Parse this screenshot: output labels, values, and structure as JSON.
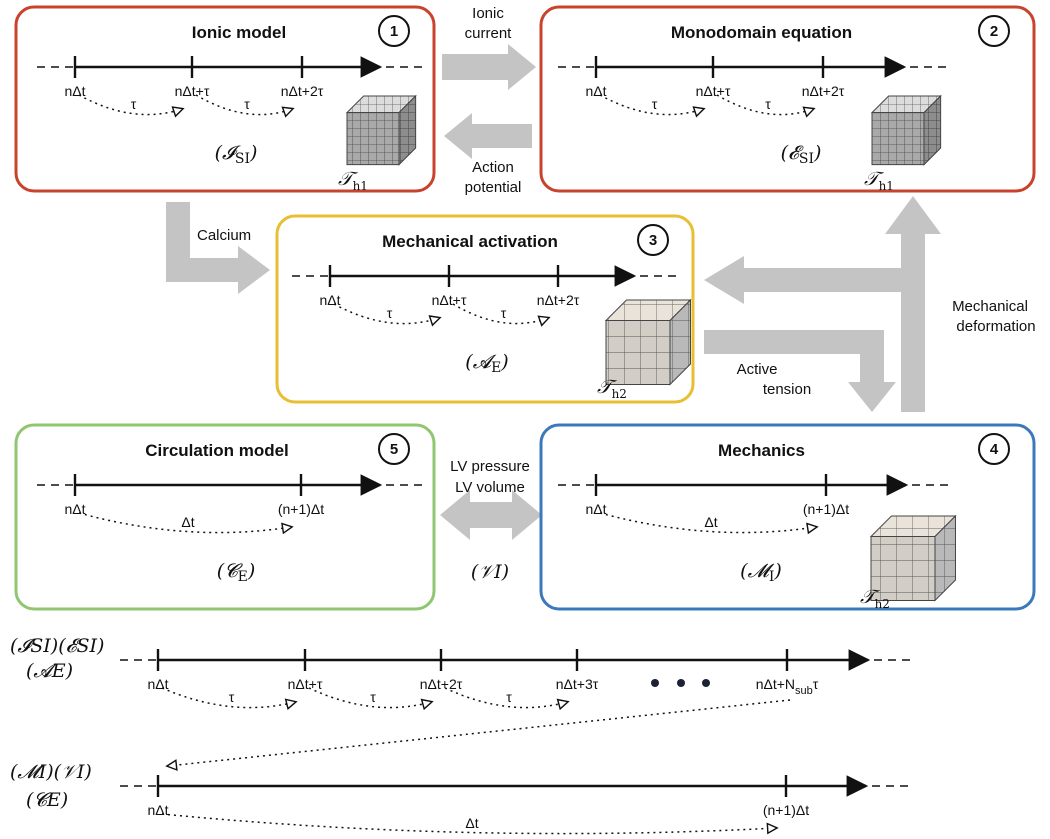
{
  "boxes": [
    {
      "id": "ionic",
      "title": "Ionic model",
      "badge": "1",
      "color": "#c9432c",
      "symbol": "(𝓘SI)",
      "mesh": "𝒯h1",
      "ticks": [
        "nΔt",
        "nΔt+τ",
        "nΔt+2τ"
      ],
      "steps": [
        "τ",
        "τ"
      ]
    },
    {
      "id": "monodomain",
      "title": "Monodomain equation",
      "badge": "2",
      "color": "#c9432c",
      "symbol": "(𝓔SI)",
      "mesh": "𝒯h1",
      "ticks": [
        "nΔt",
        "nΔt+τ",
        "nΔt+2τ"
      ],
      "steps": [
        "τ",
        "τ"
      ]
    },
    {
      "id": "activation",
      "title": "Mechanical activation",
      "badge": "3",
      "color": "#e8bf32",
      "symbol": "(𝓐E)",
      "mesh": "𝒯h2",
      "ticks": [
        "nΔt",
        "nΔt+τ",
        "nΔt+2τ"
      ],
      "steps": [
        "τ",
        "τ"
      ]
    },
    {
      "id": "mechanics",
      "title": "Mechanics",
      "badge": "4",
      "color": "#3b79bb",
      "symbol": "(𝓜I)",
      "mesh": "𝒯h2",
      "ticks": [
        "nΔt",
        "(n+1)Δt"
      ],
      "steps": [
        "Δt"
      ]
    },
    {
      "id": "circulation",
      "title": "Circulation model",
      "badge": "5",
      "color": "#8fc66f",
      "symbol": "(𝓒E)",
      "mesh": "",
      "ticks": [
        "nΔt",
        "(n+1)Δt"
      ],
      "steps": [
        "Δt"
      ]
    }
  ],
  "arrows": {
    "ionic_current": [
      "Ionic",
      "current"
    ],
    "action_potential": [
      "Action",
      "potential"
    ],
    "calcium": [
      "Calcium"
    ],
    "active_tension": [
      "Active",
      "tension"
    ],
    "mechanical_deformation": [
      "Mechanical",
      "deformation"
    ],
    "lv": [
      "LV pressure",
      "LV volume"
    ],
    "coupling_symbol": "(𝒱I)"
  },
  "timeline_fine": {
    "labels": [
      "(𝓘SI)(𝓔SI)",
      "(𝓐E)"
    ],
    "ticks": [
      "nΔt",
      "nΔt+τ",
      "nΔt+2τ",
      "nΔt+3τ",
      "nΔt+N"
    ],
    "last_tick_sub": "sub",
    "last_tick_suffix": "τ",
    "steps": [
      "τ",
      "τ",
      "τ"
    ]
  },
  "timeline_coarse": {
    "labels": [
      "(𝓜I)(𝒱I)",
      "(𝓒E)"
    ],
    "ticks": [
      "nΔt",
      "(n+1)Δt"
    ],
    "steps": [
      "Δt"
    ]
  },
  "colors": {
    "arrow_gray": "#c4c4c4",
    "ink": "#111111",
    "mesh_fill": "#8a8a8a"
  }
}
